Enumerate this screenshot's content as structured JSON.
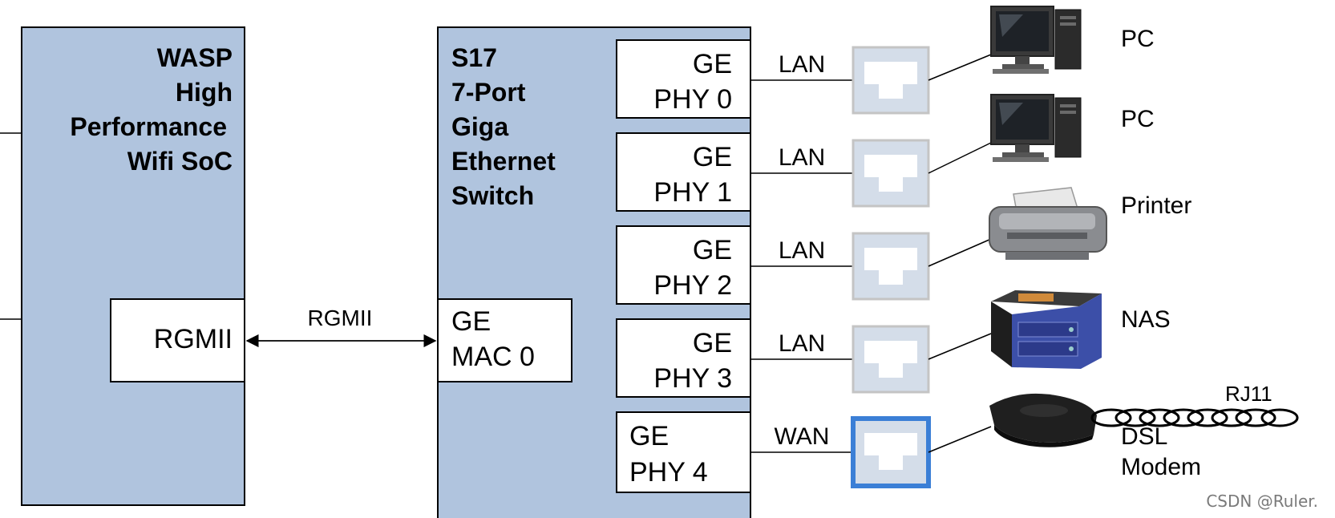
{
  "soc": {
    "title_lines": [
      "WASP",
      "High",
      "Performance",
      "Wifi SoC"
    ],
    "port_label": "RGMII"
  },
  "link_label": "RGMII",
  "switch": {
    "title_lines": [
      "S17",
      "7-Port",
      "Giga",
      "Ethernet",
      "Switch"
    ],
    "mac": {
      "line1": "GE",
      "line2": "MAC 0"
    },
    "phys": [
      {
        "line1": "GE",
        "line2": "PHY 0",
        "port": "LAN",
        "port_active": false
      },
      {
        "line1": "GE",
        "line2": "PHY 1",
        "port": "LAN",
        "port_active": false
      },
      {
        "line1": "GE",
        "line2": "PHY 2",
        "port": "LAN",
        "port_active": false
      },
      {
        "line1": "GE",
        "line2": "PHY 3",
        "port": "LAN",
        "port_active": false
      },
      {
        "line1": "GE",
        "line2": "PHY 4",
        "port": "WAN",
        "port_active": true
      }
    ]
  },
  "devices": [
    {
      "label": "PC",
      "icon": "pc-icon"
    },
    {
      "label": "PC",
      "icon": "pc-icon"
    },
    {
      "label": "Printer",
      "icon": "printer-icon"
    },
    {
      "label": "NAS",
      "icon": "nas-icon"
    },
    {
      "label_lines": [
        "DSL",
        "Modem"
      ],
      "icon": "modem-icon"
    }
  ],
  "phone_line_label": "RJ11",
  "watermark": "CSDN @Ruler.",
  "colors": {
    "block_fill": "#b0c4de",
    "port_fill": "#d4dde9",
    "port_border": "#c4c4c4",
    "wan_port_border": "#3b7fd6"
  }
}
